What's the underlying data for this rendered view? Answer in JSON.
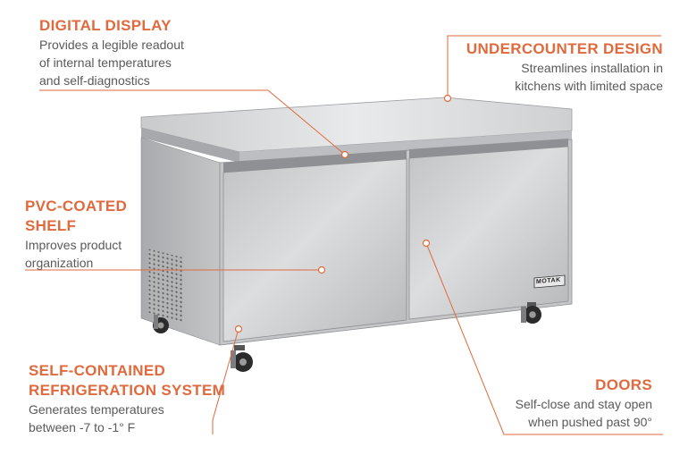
{
  "callouts": {
    "digital_display": {
      "title": "DIGITAL DISPLAY",
      "lines": [
        "Provides a legible readout",
        "of internal temperatures",
        "and self-diagnostics"
      ]
    },
    "undercounter_design": {
      "title": "UNDERCOUNTER DESIGN",
      "lines": [
        "Streamlines installation in",
        "kitchens with limited space"
      ]
    },
    "pvc_shelf": {
      "title_lines": [
        "PVC-COATED",
        "SHELF"
      ],
      "lines": [
        "Improves product",
        "organization"
      ]
    },
    "refrigeration": {
      "title_lines": [
        "SELF-CONTAINED",
        "REFRIGERATION SYSTEM"
      ],
      "lines": [
        "Generates temperatures",
        "between -7 to -1° F"
      ]
    },
    "doors": {
      "title": "DOORS",
      "lines": [
        "Self-close and stay open",
        "when pushed past 90°"
      ]
    }
  },
  "product": {
    "brand_badge": "MOTAK"
  },
  "colors": {
    "accent": "#e06a3e",
    "body_text": "#5a5a5a",
    "steel_light": "#d4d5d7",
    "steel_dark": "#9fa1a4"
  }
}
